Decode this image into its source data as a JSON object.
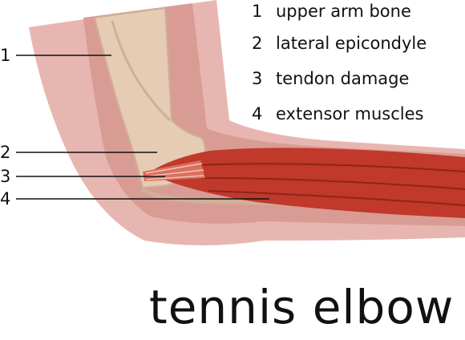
{
  "legend": [
    {
      "number": "1",
      "label": "upper arm bone"
    },
    {
      "number": "2",
      "label": "lateral epicondyle"
    },
    {
      "number": "3",
      "label": "tendon damage"
    },
    {
      "number": "4",
      "label": "extensor muscles"
    }
  ],
  "markers": [
    "1",
    "2",
    "3",
    "4"
  ],
  "title": "tennis elbow",
  "colors": {
    "skin_outer": "#e8b6b0",
    "skin_inner": "#d99c95",
    "bone": "#e6ccb5",
    "bone_shadow": "#cfb096",
    "muscle": "#c0392b",
    "muscle_dark": "#8f2418",
    "tendon": "#d9705e",
    "text": "#111111"
  }
}
